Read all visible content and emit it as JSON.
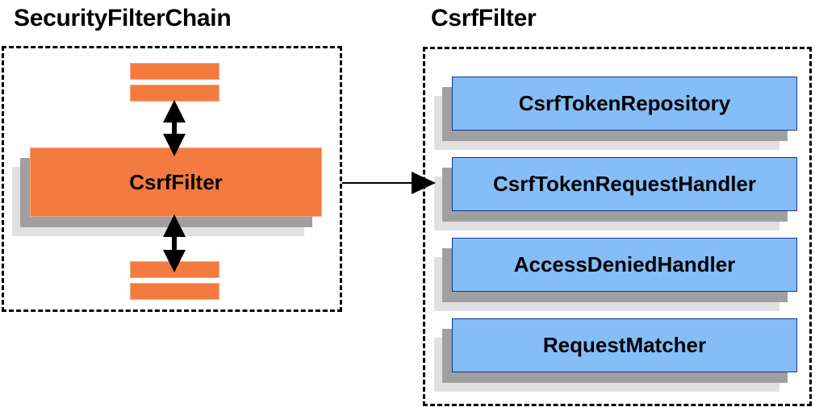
{
  "diagram": {
    "title_left": "SecurityFilterChain",
    "title_right": "CsrfFilter",
    "colors": {
      "orange_fill": "#f47b3f",
      "orange_border": "#f9a97f",
      "blue_fill": "#85bdf7",
      "blue_border": "#13328f",
      "shadow_mid": "#a0a0a0",
      "shadow_outer": "#e0e0e0",
      "stroke": "#000000",
      "background": "#ffffff"
    }
  },
  "left_panel": {
    "title": "SecurityFilterChain",
    "main_box": {
      "label": "CsrfFilter"
    },
    "filler_bars": [
      {
        "name": "filter-bar-top-1"
      },
      {
        "name": "filter-bar-top-2"
      },
      {
        "name": "filter-bar-bottom-1"
      },
      {
        "name": "filter-bar-bottom-2"
      }
    ],
    "connectors": [
      {
        "name": "double-arrow-above-csrffilter",
        "style": "double-headed-vertical"
      },
      {
        "name": "double-arrow-below-csrffilter",
        "style": "double-headed-vertical"
      }
    ]
  },
  "right_panel": {
    "title": "CsrfFilter",
    "components": [
      {
        "label": "CsrfTokenRepository"
      },
      {
        "label": "CsrfTokenRequestHandler"
      },
      {
        "label": "AccessDeniedHandler"
      },
      {
        "label": "RequestMatcher"
      }
    ]
  },
  "cross_link": {
    "name": "csrffilter-to-collaborators-arrow",
    "style": "single-headed-horizontal",
    "from": "CsrfFilter",
    "to": "CsrfFilter collaborators"
  }
}
